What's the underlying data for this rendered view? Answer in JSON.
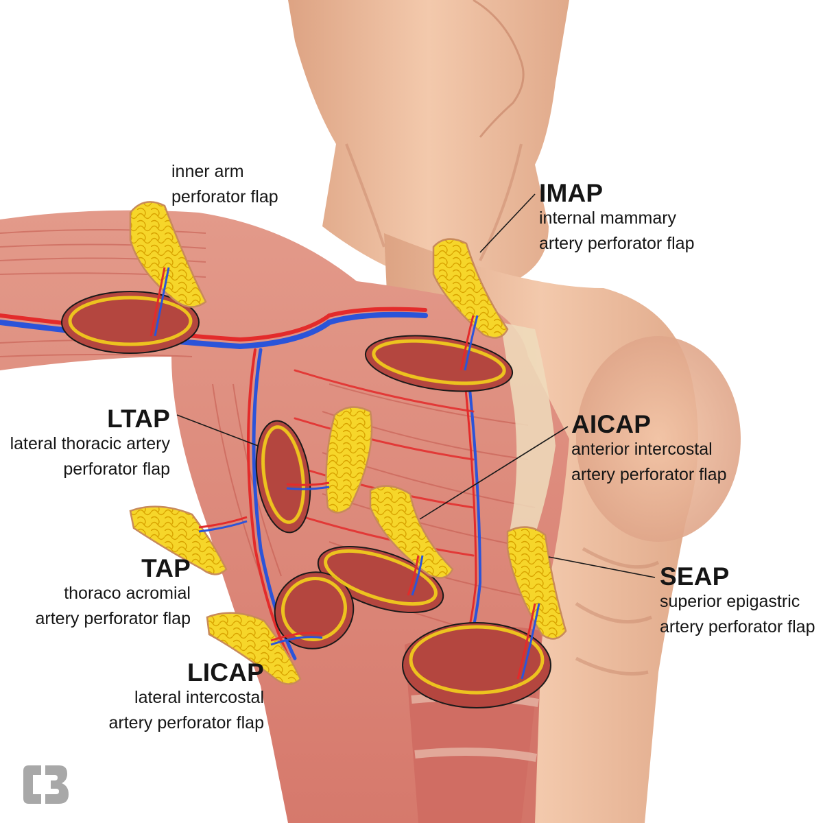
{
  "diagram": {
    "labels": {
      "inner_arm": {
        "abbr": "",
        "desc": [
          "inner arm",
          "perforator flap"
        ]
      },
      "imap": {
        "abbr": "IMAP",
        "desc": [
          "internal mammary",
          "artery perforator flap"
        ]
      },
      "aicap": {
        "abbr": "AICAP",
        "desc": [
          "anterior intercostal",
          "artery perforator flap"
        ]
      },
      "seap": {
        "abbr": "SEAP",
        "desc": [
          "superior epigastric",
          "artery perforator flap"
        ]
      },
      "ltap": {
        "abbr": "LTAP",
        "desc": [
          "lateral thoracic artery",
          "perforator flap"
        ]
      },
      "tap": {
        "abbr": "TAP",
        "desc": [
          "thoraco acromial",
          "artery perforator flap"
        ]
      },
      "licap": {
        "abbr": "LICAP",
        "desc": [
          "lateral intercostal",
          "artery perforator flap"
        ]
      }
    },
    "colors": {
      "skin": "#f1c4a6",
      "skin_shadow": "#d99a7c",
      "muscle": "#d97a6e",
      "muscle_dark": "#b5483f",
      "fat": "#f4d21c",
      "fat_edge": "#d9a300",
      "artery": "#e32b2b",
      "vein": "#2b54d9",
      "cartilage": "#efdcbc",
      "leader": "#1a1a1a",
      "logo": "#a8a8a8"
    }
  }
}
